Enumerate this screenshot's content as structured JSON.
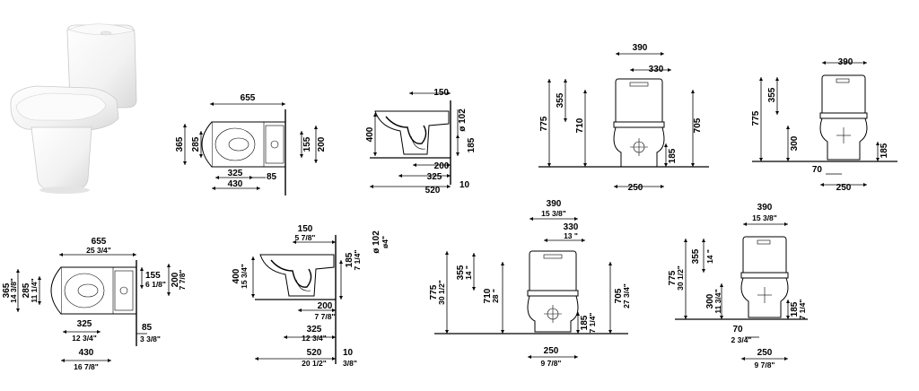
{
  "product": {
    "icon": "toilet-product-render"
  },
  "views": {
    "top_metric": {
      "d655": "655",
      "d365": "365",
      "d285": "285",
      "d155": "155",
      "d200": "200",
      "d325": "325",
      "d85": "85",
      "d430": "430"
    },
    "side_metric": {
      "d150": "150",
      "d400": "400",
      "d102": "ø 102",
      "d185": "185",
      "d200": "200",
      "d325": "325",
      "d520": "520",
      "d10": "10"
    },
    "front_metric": {
      "d390": "390",
      "d330": "330",
      "d355": "355",
      "d775": "775",
      "d710": "710",
      "d705": "705",
      "d185": "185",
      "d250": "250"
    },
    "side2_metric": {
      "d390": "390",
      "d355": "355",
      "d775": "775",
      "d300": "300",
      "d185": "185",
      "d70": "70",
      "d250": "250"
    },
    "top_dual": {
      "d655": "655",
      "d655i": "25 3/4\"",
      "d365": "365",
      "d365i": "14 3/8\"",
      "d285": "285",
      "d285i": "11 1/4\"",
      "d155": "155",
      "d155i": "6 1/8\"",
      "d200": "200",
      "d200i": "7 7/8\"",
      "d325": "325",
      "d325i": "12 3/4\"",
      "d85": "85",
      "d85i": "3 3/8\"",
      "d430": "430",
      "d430i": "16 7/8\""
    },
    "side_dual": {
      "d150": "150",
      "d150i": "5 7/8\"",
      "d400": "400",
      "d400i": "15 3/4\"",
      "d185": "185",
      "d185i": "7 1/4\"",
      "d102": "ø 102",
      "d102i": "ø4\"",
      "d200": "200",
      "d200i": "7 7/8\"",
      "d325": "325",
      "d325i": "12 3/4\"",
      "d520": "520",
      "d520i": "20 1/2\"",
      "d10": "10",
      "d10i": "3/8\""
    },
    "front_dual": {
      "d390": "390",
      "d390i": "15 3/8\"",
      "d330": "330",
      "d330i": "13 \"",
      "d355": "355",
      "d355i": "14 \"",
      "d775": "775",
      "d775i": "30 1/2\"",
      "d710": "710",
      "d710i": "28 \"",
      "d705": "705",
      "d705i": "27 3/4\"",
      "d185": "185",
      "d185i": "7 1/4\"",
      "d250": "250",
      "d250i": "9 7/8\""
    },
    "side2_dual": {
      "d390": "390",
      "d390i": "15 3/8\"",
      "d355": "355",
      "d355i": "14 \"",
      "d775": "775",
      "d775i": "30 1/2\"",
      "d300": "300",
      "d300i": "11 3/4\"",
      "d185": "185",
      "d185i": "7 1/4\"",
      "d70": "70",
      "d70i": "2 3/4\"",
      "d250": "250",
      "d250i": "9 7/8\""
    }
  }
}
